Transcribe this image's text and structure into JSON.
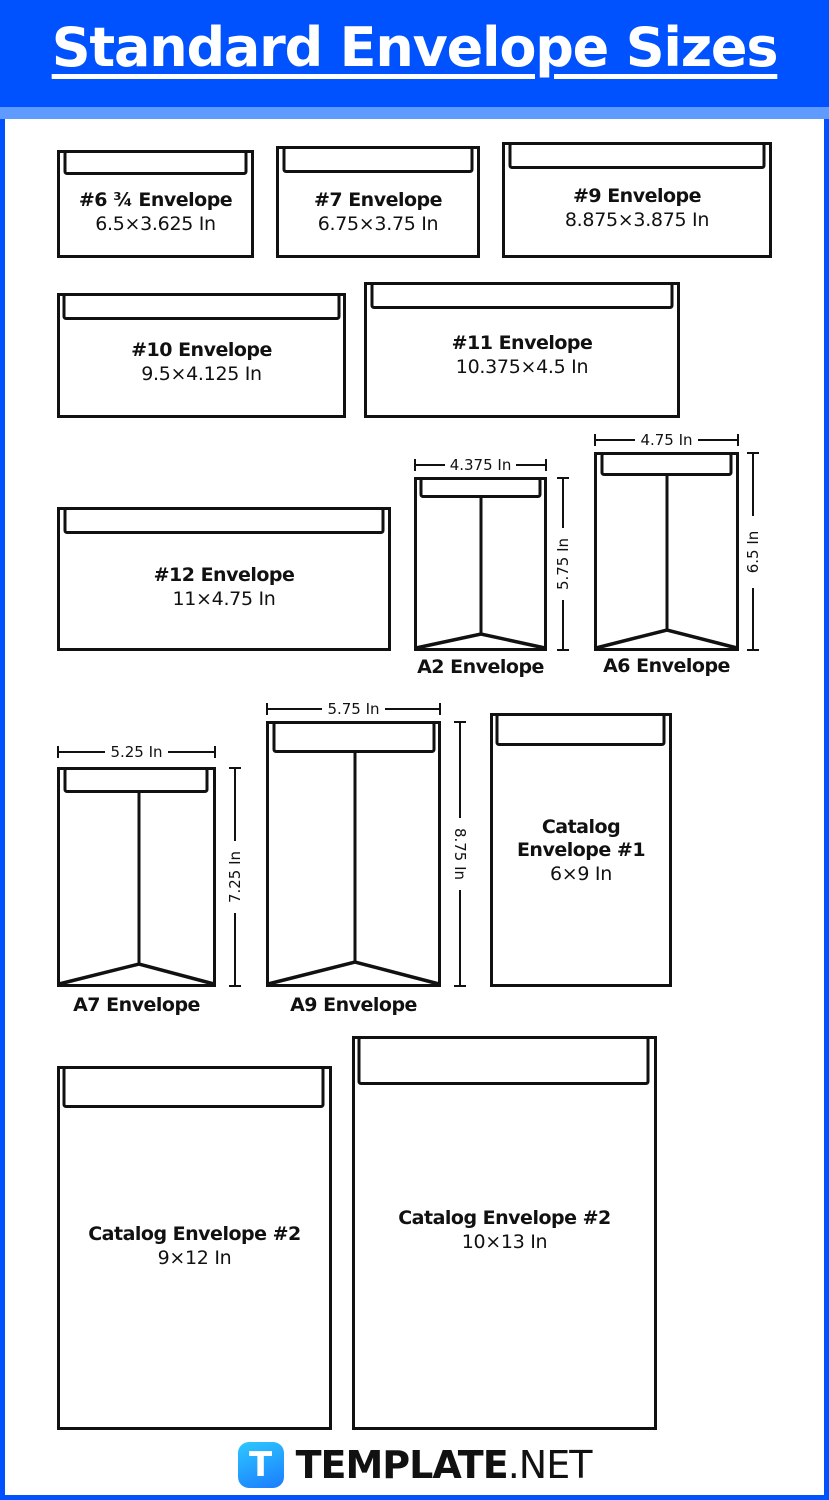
{
  "header": {
    "title": "Standard Envelope Sizes"
  },
  "colors": {
    "frame_blue": "#0052ff",
    "band_blue": "#5f9bff",
    "stroke": "#111111",
    "logo_gradient_start": "#2ec8ff",
    "logo_gradient_end": "#1a7cff"
  },
  "envelopes": {
    "no6_3_4": {
      "name": "#6 ¾ Envelope",
      "size": "6.5×3.625 In"
    },
    "no7": {
      "name": "#7 Envelope",
      "size": "6.75×3.75 In"
    },
    "no9": {
      "name": "#9 Envelope",
      "size": "8.875×3.875 In"
    },
    "no10": {
      "name": "#10 Envelope",
      "size": "9.5×4.125 In"
    },
    "no11": {
      "name": "#11 Envelope",
      "size": "10.375×4.5 In"
    },
    "no12": {
      "name": "#12 Envelope",
      "size": "11×4.75 In"
    },
    "a2": {
      "name": "A2 Envelope",
      "width": "4.375 In",
      "height": "5.75 In"
    },
    "a6": {
      "name": "A6 Envelope",
      "width": "4.75 In",
      "height": "6.5 In"
    },
    "a7": {
      "name": "A7 Envelope",
      "width": "5.25 In",
      "height": "7.25 In"
    },
    "a9": {
      "name": "A9 Envelope",
      "width": "5.75 In",
      "height": "8.75 In"
    },
    "catalog1": {
      "name_line1": "Catalog",
      "name_line2": "Envelope #1",
      "size": "6×9 In"
    },
    "catalog2a": {
      "name": "Catalog Envelope #2",
      "size": "9×12 In"
    },
    "catalog2b": {
      "name": "Catalog Envelope #2",
      "size": "10×13 In"
    }
  },
  "footer": {
    "logo_letter": "T",
    "brand_bold": "TEMPLATE",
    "brand_light": ".NET"
  }
}
